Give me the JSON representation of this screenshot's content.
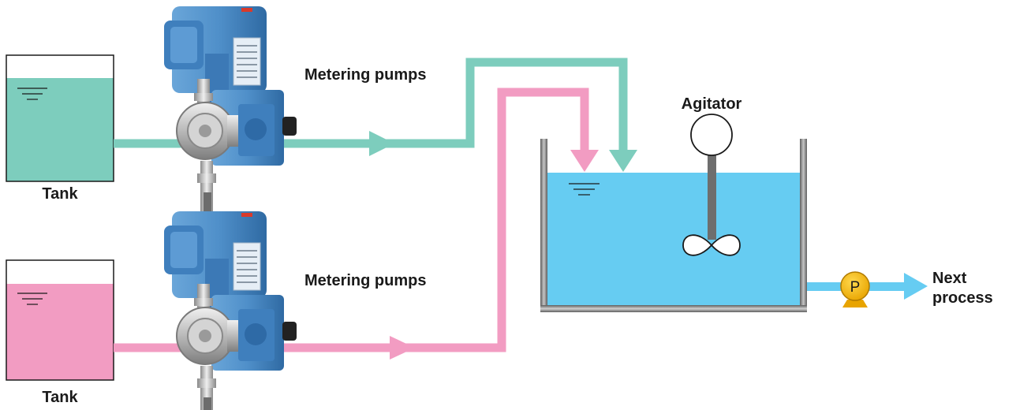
{
  "labels": {
    "tank_top": "Tank",
    "tank_bottom": "Tank",
    "pump_top": "Metering pumps",
    "pump_bottom": "Metering pumps",
    "agitator": "Agitator",
    "next_process_line1": "Next",
    "next_process_line2": "process",
    "transfer_pump_symbol": "P"
  },
  "colors": {
    "green_liquid": "#7dcdbd",
    "pink_liquid": "#f29cc2",
    "vessel_liquid": "#66ccf2",
    "pump_body": "#4f8fc9",
    "transfer_pump": "#f7b500",
    "vessel_wall": "#8a8a8a"
  },
  "icons": {
    "metering_pump": "metering-pump-icon",
    "transfer_pump": "transfer-pump-icon",
    "agitator_motor": "agitator-motor-icon",
    "impeller": "impeller-icon",
    "liquid_level": "liquid-level-icon"
  }
}
